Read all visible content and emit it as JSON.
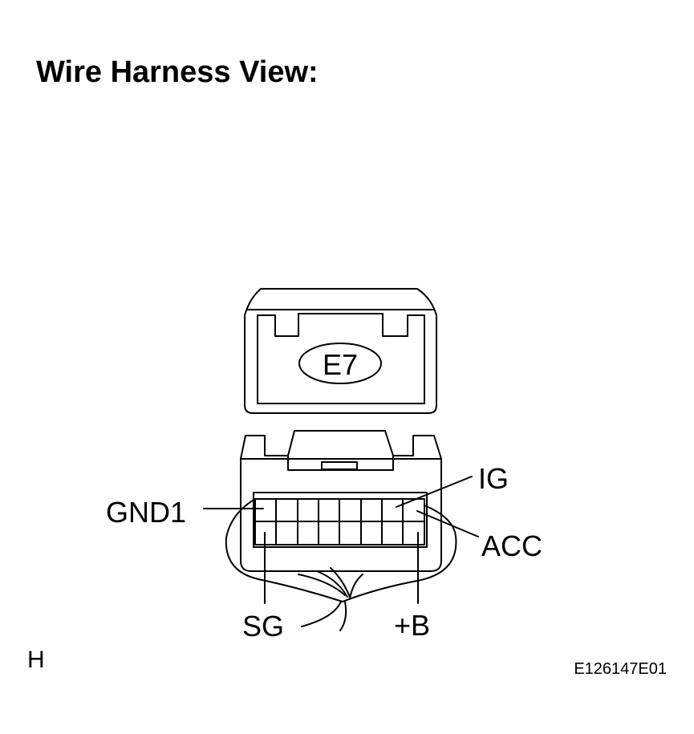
{
  "title": "Wire Harness View:",
  "connector": {
    "code": "E7"
  },
  "terminals": {
    "gnd1": "GND1",
    "ig": "IG",
    "acc": "ACC",
    "sg": "SG",
    "b_plus": "+B"
  },
  "footer": {
    "corner_letter": "H",
    "figure_id": "E126147E01"
  }
}
